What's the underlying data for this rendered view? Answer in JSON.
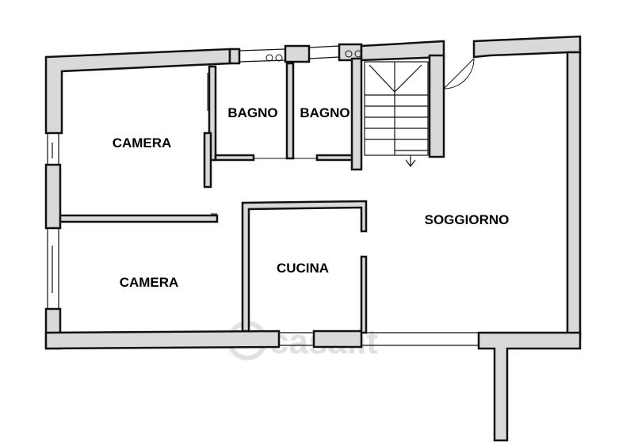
{
  "floorplan": {
    "rooms": [
      {
        "id": "camera-1",
        "label": "CAMERA"
      },
      {
        "id": "bagno-1",
        "label": "BAGNO"
      },
      {
        "id": "bagno-2",
        "label": "BAGNO"
      },
      {
        "id": "soggiorno",
        "label": "SOGGIORNO"
      },
      {
        "id": "cucina",
        "label": "CUCINA"
      },
      {
        "id": "camera-2",
        "label": "CAMERA"
      }
    ],
    "watermark": "casa.it",
    "colors": {
      "wall_fill": "#d9d9d9",
      "line": "#111111",
      "background": "#ffffff"
    }
  }
}
